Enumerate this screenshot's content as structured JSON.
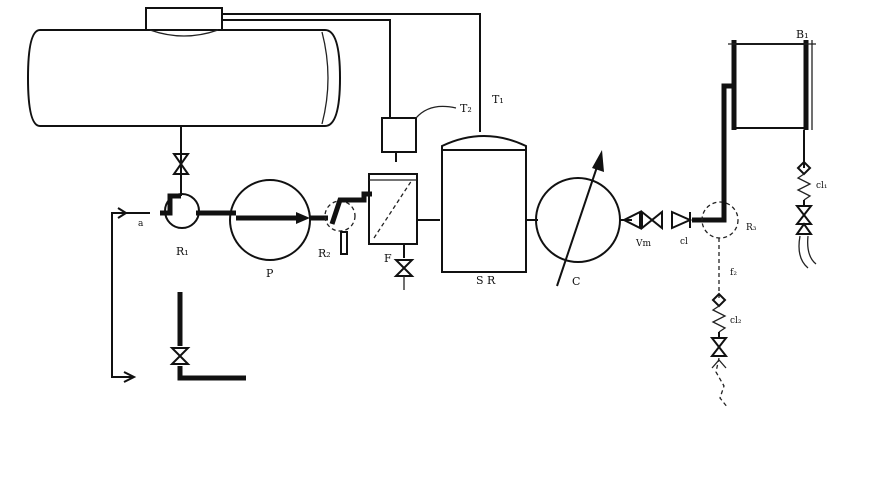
{
  "labels": {
    "R1": "R₁",
    "P": "P",
    "R2": "R₂",
    "F": "F",
    "SR": "S R",
    "C": "C",
    "T1": "T₁",
    "T2": "T₂",
    "Vm": "Vm",
    "cl": "cl",
    "R3": "R₃",
    "f2": "f₂",
    "cl2": "cl₂",
    "B1": "B₁",
    "cl1": "cl₁",
    "a": "a"
  }
}
